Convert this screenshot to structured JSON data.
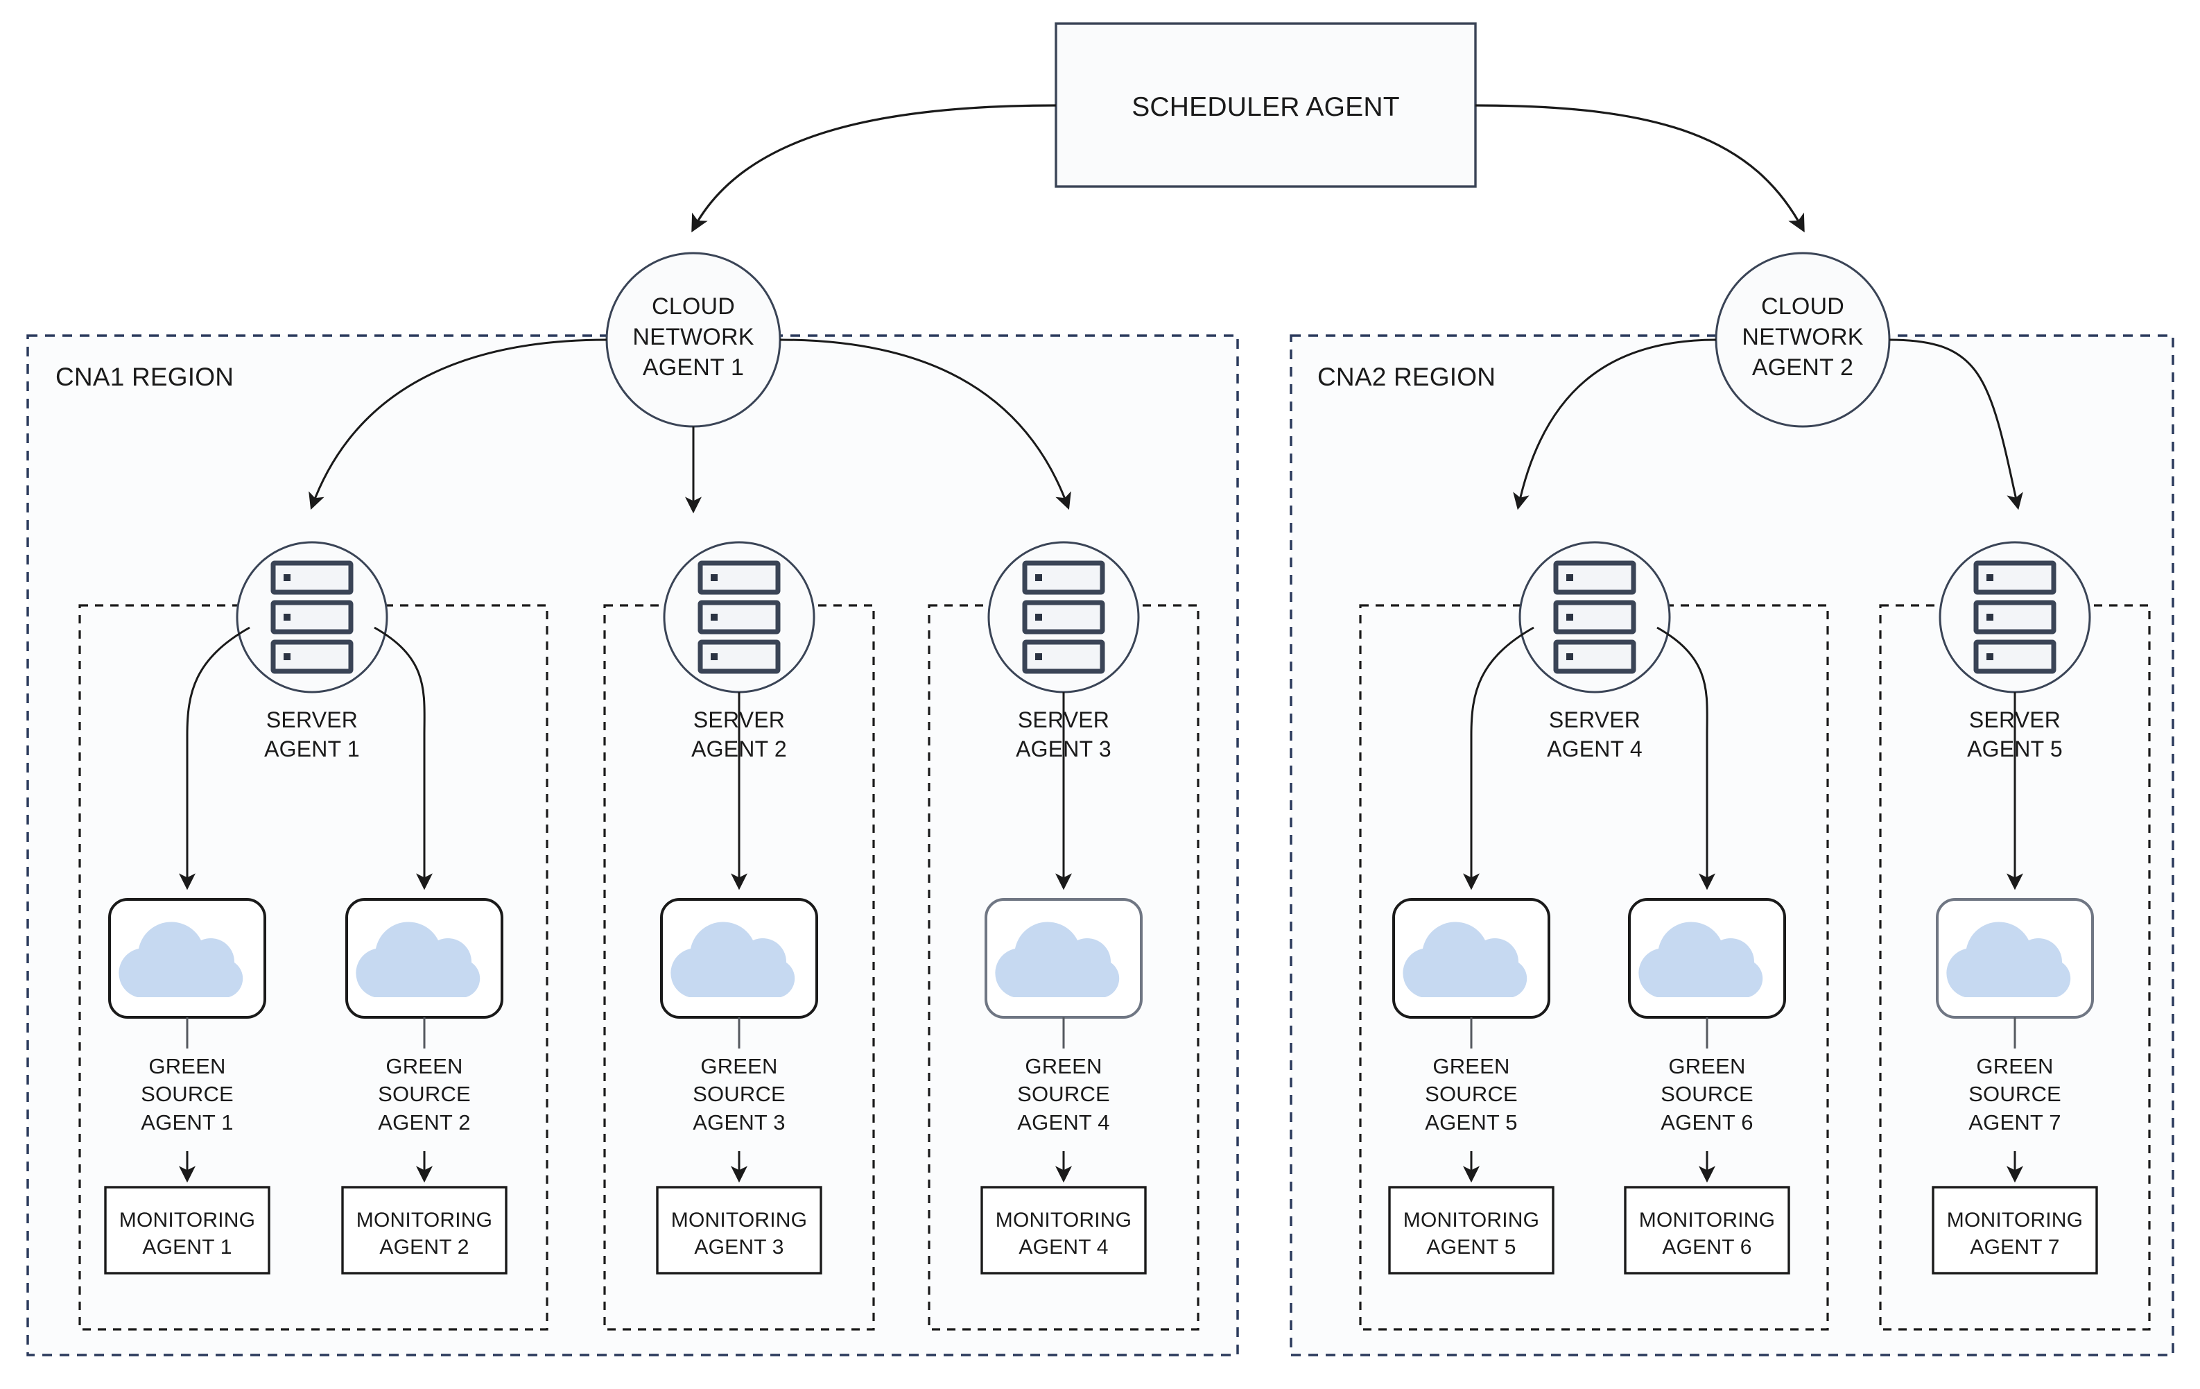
{
  "diagram": {
    "title_text": "SCHEDULER AGENT",
    "colors": {
      "region_border": "#2b3a5c",
      "inner_border": "#1a1a1a",
      "node_stroke": "#3a4456",
      "cloud_fill": "#c6d9f1",
      "server_icon": "#3a4456",
      "node_fill": "#fafbfc",
      "text": "#1a1a1a",
      "edge": "#1a1a1a"
    },
    "scheduler": {
      "label": "SCHEDULER AGENT",
      "name": "scheduler-agent"
    },
    "regions": [
      {
        "id": "cna1",
        "label": "CNA1 REGION",
        "cloud_network_agent": {
          "label": "CLOUD\nNETWORK\nAGENT 1",
          "icon": "circle-node"
        },
        "groups": [
          {
            "server_agent": {
              "label": "SERVER\nAGENT 1",
              "icon": "server-rack-icon"
            },
            "green_sources": [
              {
                "label": "GREEN\nSOURCE\nAGENT 1",
                "icon": "cloud-icon",
                "monitoring": {
                  "label": "MONITORING\nAGENT 1"
                }
              },
              {
                "label": "GREEN\nSOURCE\nAGENT 2",
                "icon": "cloud-icon",
                "monitoring": {
                  "label": "MONITORING\nAGENT 2"
                }
              }
            ]
          },
          {
            "server_agent": {
              "label": "SERVER\nAGENT 2",
              "icon": "server-rack-icon"
            },
            "green_sources": [
              {
                "label": "GREEN\nSOURCE\nAGENT 3",
                "icon": "cloud-icon",
                "monitoring": {
                  "label": "MONITORING\nAGENT 3"
                }
              }
            ]
          },
          {
            "server_agent": {
              "label": "SERVER\nAGENT 3",
              "icon": "server-rack-icon"
            },
            "green_sources": [
              {
                "label": "GREEN\nSOURCE\nAGENT 4",
                "icon": "cloud-icon",
                "monitoring": {
                  "label": "MONITORING\nAGENT 4"
                }
              }
            ]
          }
        ]
      },
      {
        "id": "cna2",
        "label": "CNA2 REGION",
        "cloud_network_agent": {
          "label": "CLOUD\nNETWORK\nAGENT 2",
          "icon": "circle-node"
        },
        "groups": [
          {
            "server_agent": {
              "label": "SERVER\nAGENT 4",
              "icon": "server-rack-icon"
            },
            "green_sources": [
              {
                "label": "GREEN\nSOURCE\nAGENT 5",
                "icon": "cloud-icon",
                "monitoring": {
                  "label": "MONITORING\nAGENT 5"
                }
              },
              {
                "label": "GREEN\nSOURCE\nAGENT 6",
                "icon": "cloud-icon",
                "monitoring": {
                  "label": "MONITORING\nAGENT 6"
                }
              }
            ]
          },
          {
            "server_agent": {
              "label": "SERVER\nAGENT 5",
              "icon": "server-rack-icon"
            },
            "green_sources": [
              {
                "label": "GREEN\nSOURCE\nAGENT 7",
                "icon": "cloud-icon",
                "monitoring": {
                  "label": "MONITORING\nAGENT 7"
                }
              }
            ]
          }
        ]
      }
    ]
  }
}
